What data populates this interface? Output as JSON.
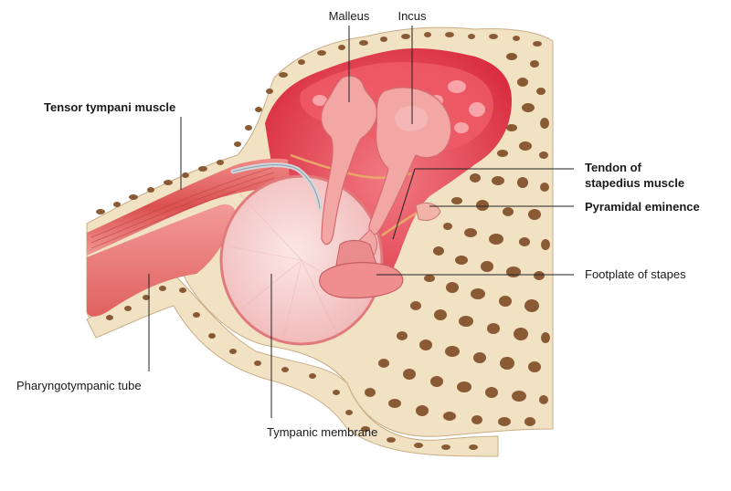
{
  "labels": {
    "malleus": "Malleus",
    "incus": "Incus",
    "tensor_tympani": "Tensor tympani muscle",
    "tendon_line1": "Tendon of",
    "tendon_line2": "stapedius muscle",
    "pyramidal": "Pyramidal eminence",
    "footplate": "Footplate of stapes",
    "pharyngotympanic": "Pharyngotympanic tube",
    "tympanic_membrane": "Tympanic membrane"
  },
  "colors": {
    "bone": "#f2e2c4",
    "bone_pore": "#8a5a35",
    "bone_pore_dark": "#6e4226",
    "cavity": "#e2394a",
    "cavity_light": "#f06a74",
    "mucosa": "#f39aa0",
    "ossicle": "#f2a7a5",
    "membrane": "#f7d7d6",
    "muscle": "#e26f6e",
    "tendon": "#e8a86a",
    "nerve": "#cfd8de"
  }
}
